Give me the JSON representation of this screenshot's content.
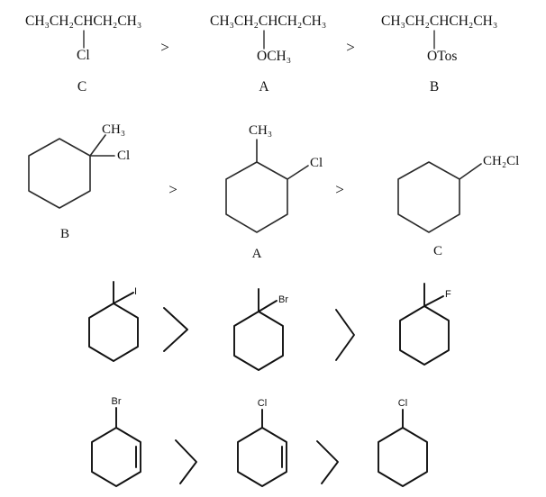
{
  "row1": {
    "mol1": {
      "chain": "CH₃CH₂CHCH₂CH₃",
      "sub": "Cl",
      "letter": "C"
    },
    "gt1": ">",
    "mol2": {
      "chain": "CH₃CH₂CHCH₂CH₃",
      "sub": "OCH₃",
      "letter": "A"
    },
    "gt2": ">",
    "mol3": {
      "chain": "CH₃CH₂CHCH₂CH₃",
      "sub": "OTos",
      "letter": "B"
    }
  },
  "row2": {
    "mol1": {
      "top": "CH₃",
      "sub": "Cl",
      "letter": "B"
    },
    "gt1": ">",
    "mol2": {
      "top": "CH₃",
      "sub": "Cl",
      "letter": "A"
    },
    "gt2": ">",
    "mol3": {
      "sub": "CH₂Cl",
      "letter": "C"
    }
  },
  "row3": {
    "mol1": {
      "sub": "I"
    },
    "mol2": {
      "sub": "Br"
    },
    "mol3": {
      "sub": "F"
    }
  },
  "row4": {
    "mol1": {
      "sub": "Br"
    },
    "mol2": {
      "sub": "Cl"
    },
    "mol3": {
      "sub": "Cl"
    }
  }
}
